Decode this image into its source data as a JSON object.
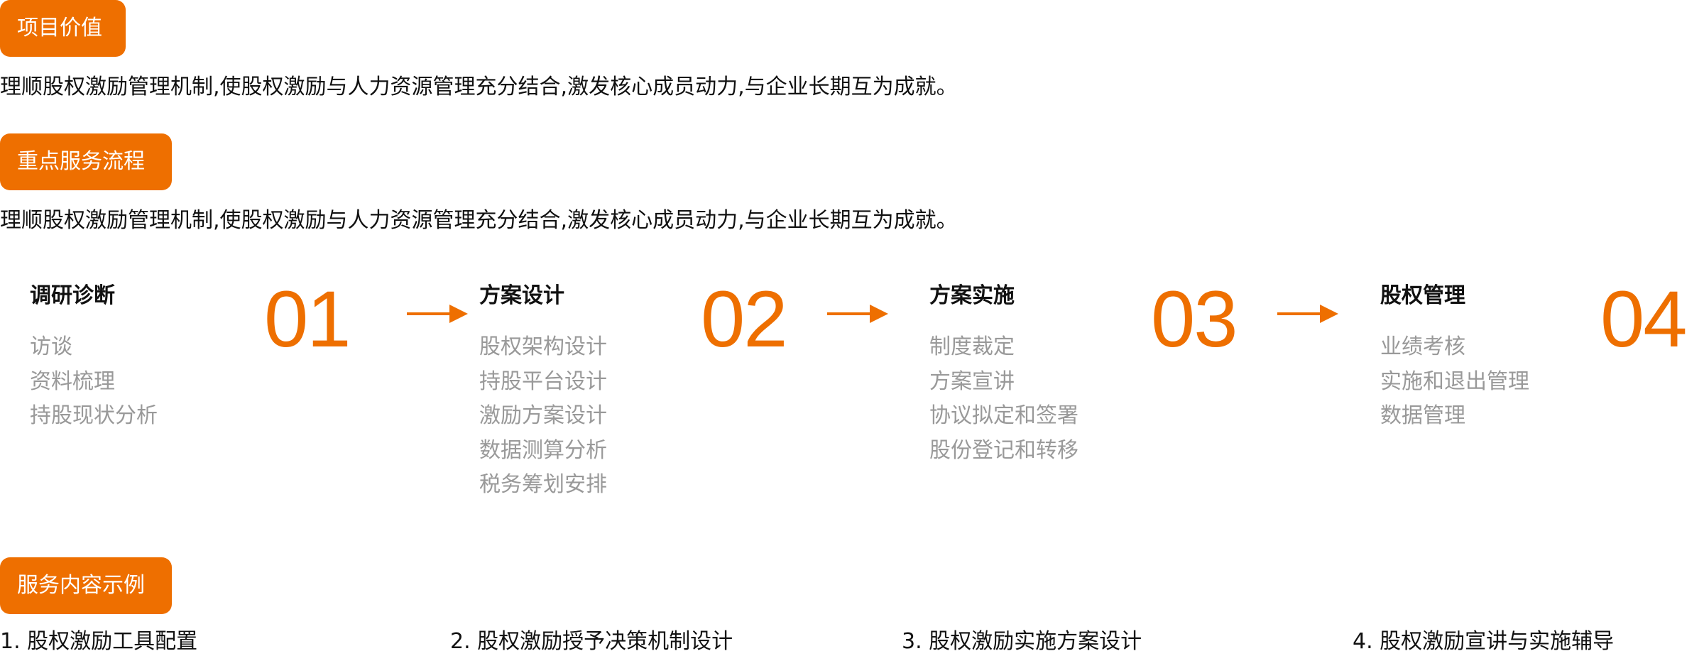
{
  "sections": {
    "value": {
      "badge": "项目价值",
      "text": "理顺股权激励管理机制,使股权激励与人力资源管理充分结合,激发核心成员动力,与企业长期互为成就。"
    },
    "process": {
      "badge": "重点服务流程",
      "text": "理顺股权激励管理机制,使股权激励与人力资源管理充分结合,激发核心成员动力,与企业长期互为成就。"
    },
    "examples": {
      "badge": "服务内容示例"
    }
  },
  "steps": [
    {
      "title": "调研诊断",
      "number": "01",
      "items": [
        "访谈",
        "资料梳理",
        "持股现状分析"
      ]
    },
    {
      "title": "方案设计",
      "number": "02",
      "items": [
        "股权架构设计",
        "持股平台设计",
        "激励方案设计",
        "数据测算分析",
        "税务筹划安排"
      ]
    },
    {
      "title": "方案实施",
      "number": "03",
      "items": [
        "制度裁定",
        "方案宣讲",
        "协议拟定和签署",
        "股份登记和转移"
      ]
    },
    {
      "title": "股权管理",
      "number": "04",
      "items": [
        "业绩考核",
        "实施和退出管理",
        "数据管理"
      ]
    }
  ],
  "examples": [
    "1. 股权激励工具配置",
    "2. 股权激励授予决策机制设计",
    "3. 股权激励实施方案设计",
    "4. 股权激励宣讲与实施辅导"
  ],
  "colors": {
    "accent": "#ee6f00",
    "text": "#111111",
    "muted": "#999999"
  }
}
